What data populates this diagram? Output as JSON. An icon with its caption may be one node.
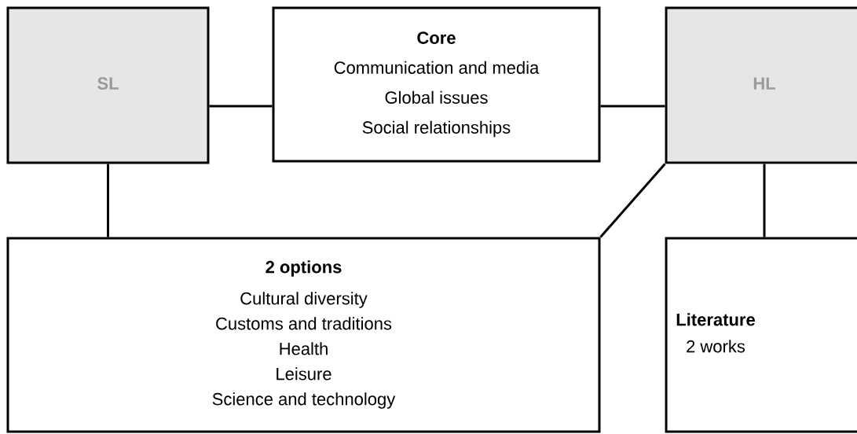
{
  "diagram": {
    "nodes": [
      {
        "text": [
          "SL"
        ]
      },
      {
        "text": [
          "Core",
          "Communication and media",
          "Global issues",
          "Social relationships"
        ]
      },
      {
        "text": [
          "HL"
        ]
      },
      {
        "text": [
          "2 options",
          "Cultural diversity",
          "Customs and traditions",
          "Health",
          "Leisure",
          "Science and technology"
        ]
      },
      {
        "text": [
          "Literature",
          "2 works"
        ]
      }
    ],
    "edges": [
      {
        "from": 0,
        "to": 1,
        "arrow": "none"
      },
      {
        "from": 1,
        "to": 2,
        "arrow": "none"
      },
      {
        "from": 0,
        "to": 3,
        "arrow": "none"
      },
      {
        "from": 2,
        "to": 3,
        "arrow": "none"
      },
      {
        "from": 2,
        "to": 4,
        "arrow": "none"
      }
    ]
  }
}
